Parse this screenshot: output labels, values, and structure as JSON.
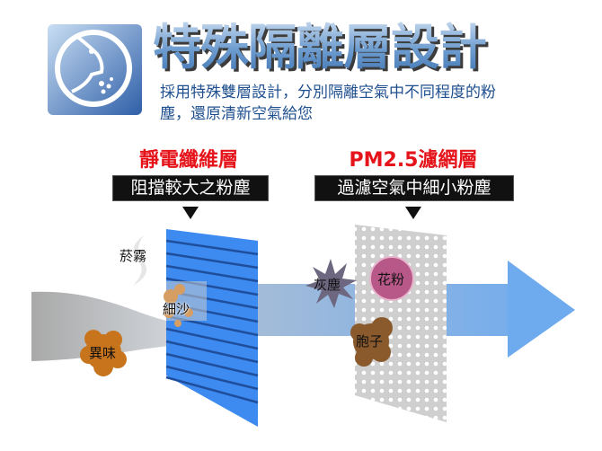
{
  "header": {
    "title": "特殊隔離層設計",
    "subtitle_line1": "採用特殊雙層設計，分別隔離空氣中不同程度的粉",
    "subtitle_line2": "塵，還原清新空氣給您",
    "icon": "face-breathing-icon"
  },
  "layers": [
    {
      "title": "靜電纖維層",
      "description": "阻擋較大之粉塵"
    },
    {
      "title": "PM2.5濾網層",
      "description": "過濾空氣中細小粉塵"
    }
  ],
  "particles": {
    "smoke": "菸霧",
    "sand": "細沙",
    "odor": "異味",
    "dust": "灰塵",
    "pollen": "花粉",
    "spores": "胞子"
  },
  "colors": {
    "title_red": "#e5141a",
    "filter_blue": "#3d8af0",
    "flow_blue": "#7fb0e6",
    "odor_orange": "#c8741c",
    "pollen_pink": "#b85888",
    "spore_brown": "#8a5a2c"
  }
}
